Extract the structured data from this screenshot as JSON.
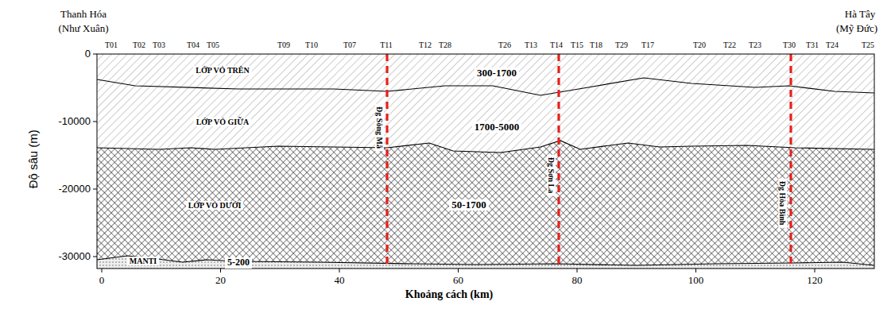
{
  "diagram": {
    "nodes": [
      {
        "text": [
          "LỚP VỎ TRÊN",
          "300-1700"
        ]
      },
      {
        "text": [
          "LỚP VỎ GIỮA",
          "1700-5000"
        ]
      },
      {
        "text": [
          "LỚP VỎ DƯỚI",
          "50-1700"
        ]
      },
      {
        "text": [
          "MANTI",
          "5-200"
        ]
      }
    ],
    "labels": [
      "Thanh Hóa",
      "(Như Xuân)",
      "Hà Tây",
      "(Mỹ Đức)",
      "T01",
      "T02",
      "T03",
      "T04",
      "T05",
      "T09",
      "T10",
      "T07",
      "T11",
      "T12",
      "T28",
      "T26",
      "T13",
      "T14",
      "T15",
      "T18",
      "T29",
      "T17",
      "T20",
      "T22",
      "T23",
      "T30",
      "T31",
      "T24",
      "T25",
      "Đg Sông Mã",
      "Đg Sơn La",
      "Đg Hòa Bình",
      "0",
      "-10000",
      "-20000",
      "-30000",
      "Độ sâu (m)",
      "0",
      "20",
      "40",
      "60",
      "80",
      "100",
      "120",
      "Khoảng cách (km)"
    ]
  }
}
